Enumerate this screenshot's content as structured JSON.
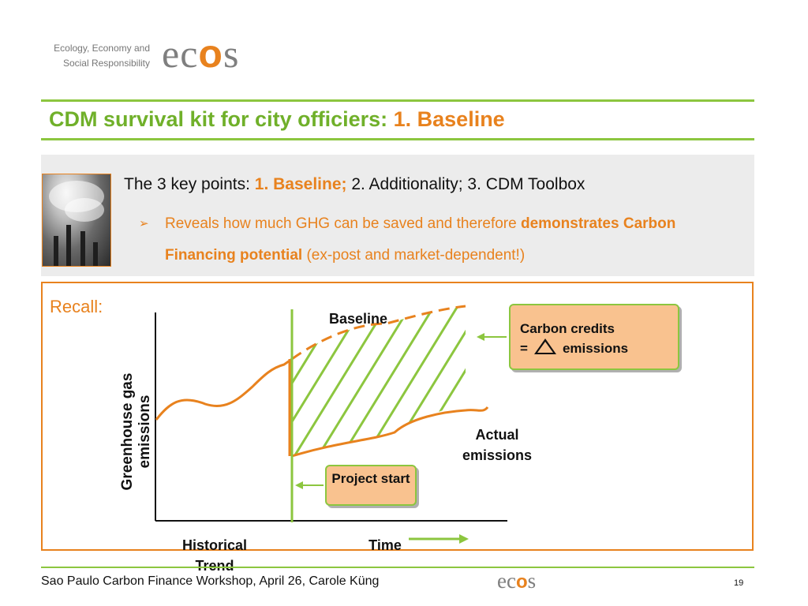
{
  "header": {
    "tagline_line1": "Ecology, Economy and",
    "tagline_line2": "Social Responsibility",
    "logo": {
      "part1": "ec",
      "part2": "o",
      "part3": "s"
    }
  },
  "title": {
    "main": "CDM survival kit for city officiers: ",
    "highlight": "1. Baseline"
  },
  "key_points": {
    "prefix": "The 3 key points: ",
    "point1": "1. Baseline;",
    "rest": " 2. Additionality; 3. CDM Toolbox",
    "bullet_arrow": "➢",
    "bullet_text1": "Reveals how much GHG can be saved and therefore ",
    "bullet_bold": "demonstrates Carbon Financing potential",
    "bullet_text2": " (ex-post and market-dependent!)"
  },
  "recall": {
    "label": "Recall:",
    "y_axis_label": "Greenhouse gas emissions",
    "baseline_label": "Baseline",
    "actual_label": "Actual emissions",
    "historical_label": "Historical Trend",
    "time_label": "Time",
    "carbon_credits_line1": "Carbon credits",
    "carbon_credits_eq": "=",
    "carbon_credits_line2": "emissions",
    "project_start": "Project start"
  },
  "footer": {
    "text": "Sao Paulo Carbon Finance Workshop, April 26, Carole Küng",
    "logo": {
      "part1": "ec",
      "part2": "o",
      "part3": "s"
    },
    "page_number": "19"
  },
  "colors": {
    "accent_green": "#8cc63f",
    "accent_orange": "#e8821e",
    "title_green": "#70b02a",
    "callout_fill": "#f9c28f"
  }
}
